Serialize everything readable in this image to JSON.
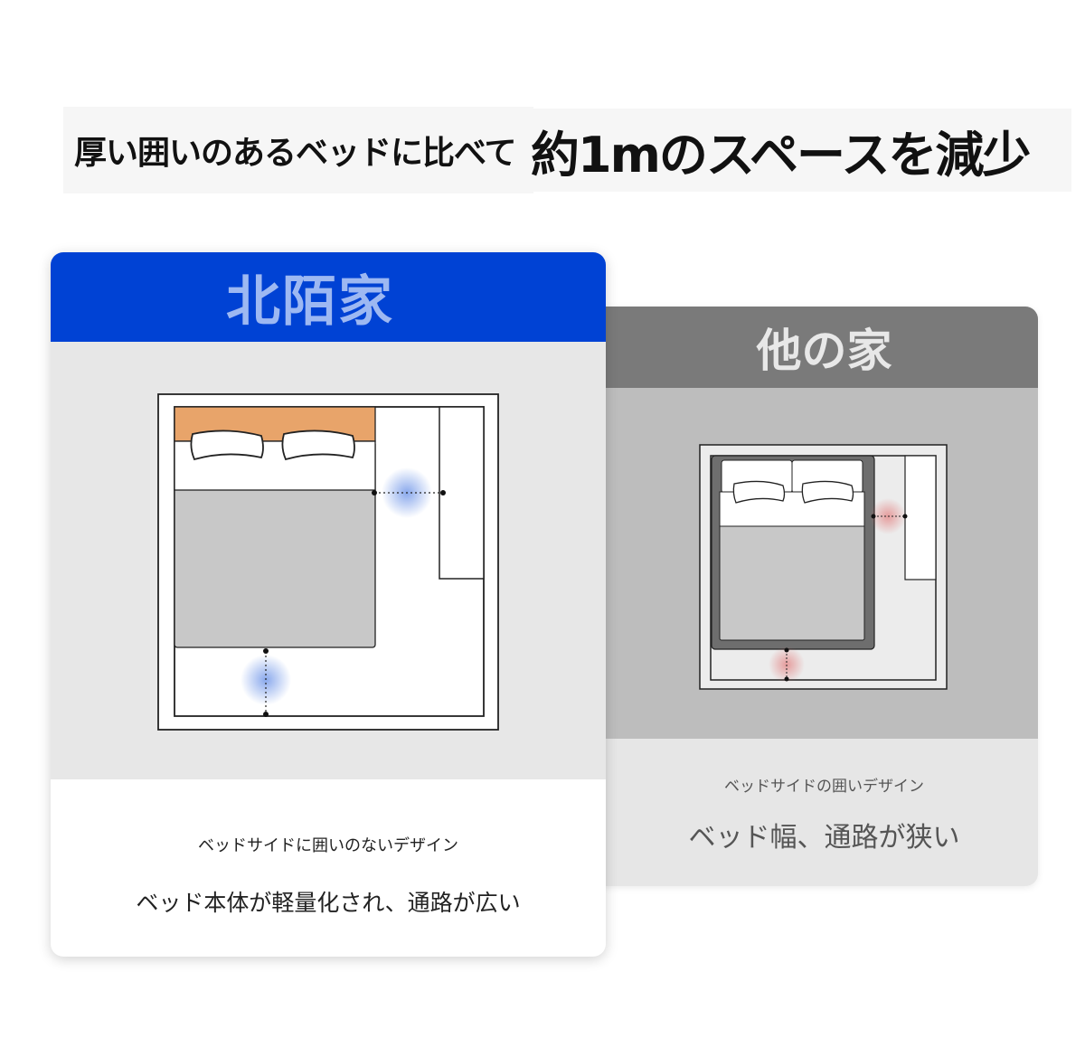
{
  "headline": {
    "left": "厚い囲いのあるベッドに比べて",
    "right": "約1mのスペースを減少"
  },
  "ours": {
    "title": "北陌家",
    "subtitle": "ベッドサイドに囲いのないデザイン",
    "main": "ベッド本体が軽量化され、通路が広い",
    "headerColor": "#0042d4",
    "headboardColor": "#e8a46a",
    "highlightColor": "#3b6fe0"
  },
  "other": {
    "title": "他の家",
    "subtitle": "ベッドサイドの囲いデザイン",
    "main": "ベッド幅、通路が狭い",
    "headerColor": "#7a7a7a",
    "highlightColor": "#e05a5a"
  }
}
